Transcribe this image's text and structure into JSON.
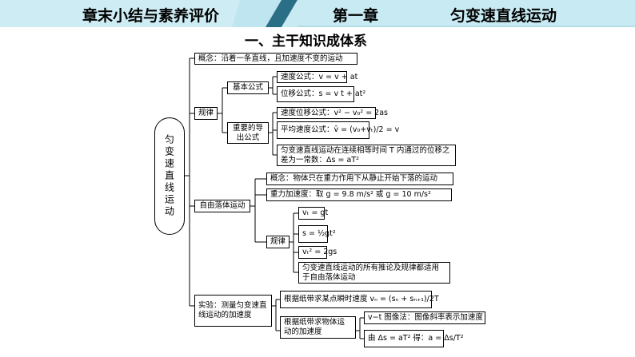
{
  "header": {
    "chapter_summary": "章末小结与素养评价",
    "chapter": "第一章",
    "chapter_title": "匀变速直线运动",
    "banner_color": "#9fd8e8",
    "accent_color": "#2b6f86"
  },
  "section_title": "一、主干知识成体系",
  "root": "匀变速直线运动",
  "concept": "概念：沿着一条直线，且加速度不变的运动",
  "law": {
    "label": "规律",
    "basic": {
      "label": "基本公式",
      "velocity": "速度公式：v = v + at",
      "displacement": "位移公式：s = v t + at²"
    },
    "derived": {
      "label": "重要的导出公式",
      "vel_disp": "速度位移公式：v² − v₀² = 2as",
      "avg_vel": "平均速度公式：v̄ = (v₀+vₜ)/2 = v",
      "delta": "匀变速直线运动在连续相等时间 T 内通过的位移之差为一常数：Δs = aT²"
    }
  },
  "freefall": {
    "label": "自由落体运动",
    "concept": "概念：物体只在重力作用下从静止开始下落的运动",
    "gravity": "重力加速度：取 g = 9.8 m/s² 或 g = 10 m/s²",
    "law_label": "规律",
    "f1": "vₜ = gt",
    "f2": "s = ½gt²",
    "f3": "vₜ² = 2gs",
    "note": "匀变速直线运动的所有推论及规律都适用于自由落体运动"
  },
  "experiment": {
    "label": "实验：测量匀变速直线运动的加速度",
    "instant": "根据纸带求某点瞬时速度 vₙ = (sₙ + sₙ₊₁)/2T",
    "accel_label": "根据纸带求物体运动的加速度",
    "vt": "v−t 图像法：图像斜率表示加速度",
    "ds": "由 Δs = aT² 得：a = Δs/T²"
  }
}
